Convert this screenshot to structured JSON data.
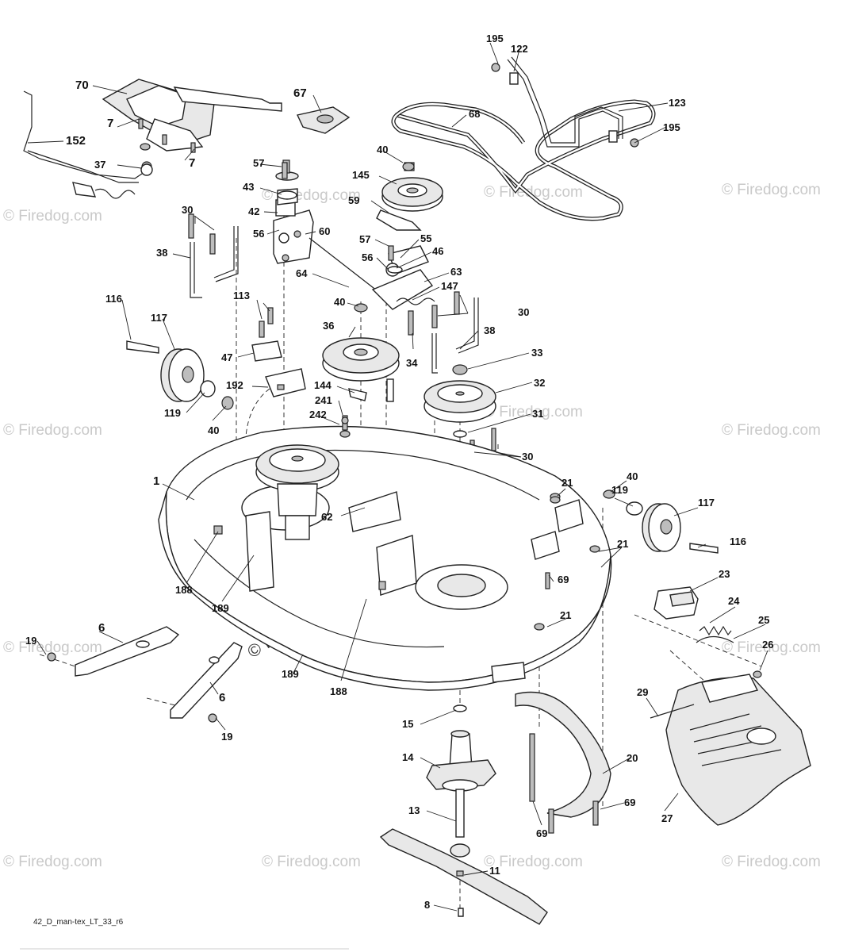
{
  "diagram": {
    "drawing_code": "42_D_man-tex_LT_33_r6",
    "watermark_text": "© Firedog.com",
    "callouts": [
      {
        "id": "c-195a",
        "text": "195"
      },
      {
        "id": "c-122",
        "text": "122"
      },
      {
        "id": "c-70",
        "text": "70"
      },
      {
        "id": "c-67",
        "text": "67"
      },
      {
        "id": "c-68",
        "text": "68"
      },
      {
        "id": "c-123",
        "text": "123"
      },
      {
        "id": "c-195b",
        "text": "195"
      },
      {
        "id": "c-7a",
        "text": "7"
      },
      {
        "id": "c-152",
        "text": "152"
      },
      {
        "id": "c-7b",
        "text": "7"
      },
      {
        "id": "c-37",
        "text": "37"
      },
      {
        "id": "c-57a",
        "text": "57"
      },
      {
        "id": "c-40a",
        "text": "40"
      },
      {
        "id": "c-145",
        "text": "145"
      },
      {
        "id": "c-43",
        "text": "43"
      },
      {
        "id": "c-42",
        "text": "42"
      },
      {
        "id": "c-59",
        "text": "59"
      },
      {
        "id": "c-30a",
        "text": "30"
      },
      {
        "id": "c-56a",
        "text": "56"
      },
      {
        "id": "c-60",
        "text": "60"
      },
      {
        "id": "c-38a",
        "text": "38"
      },
      {
        "id": "c-57b",
        "text": "57"
      },
      {
        "id": "c-55",
        "text": "55"
      },
      {
        "id": "c-46",
        "text": "46"
      },
      {
        "id": "c-56b",
        "text": "56"
      },
      {
        "id": "c-64",
        "text": "64"
      },
      {
        "id": "c-63",
        "text": "63"
      },
      {
        "id": "c-116a",
        "text": "116"
      },
      {
        "id": "c-113",
        "text": "113"
      },
      {
        "id": "c-147",
        "text": "147"
      },
      {
        "id": "c-40b",
        "text": "40"
      },
      {
        "id": "c-117a",
        "text": "117"
      },
      {
        "id": "c-30b",
        "text": "30"
      },
      {
        "id": "c-38b",
        "text": "38"
      },
      {
        "id": "c-36",
        "text": "36"
      },
      {
        "id": "c-47",
        "text": "47"
      },
      {
        "id": "c-34",
        "text": "34"
      },
      {
        "id": "c-33",
        "text": "33"
      },
      {
        "id": "c-192",
        "text": "192"
      },
      {
        "id": "c-144",
        "text": "144"
      },
      {
        "id": "c-32",
        "text": "32"
      },
      {
        "id": "c-119a",
        "text": "119"
      },
      {
        "id": "c-241",
        "text": "241"
      },
      {
        "id": "c-40c",
        "text": "40"
      },
      {
        "id": "c-242",
        "text": "242"
      },
      {
        "id": "c-31",
        "text": "31"
      },
      {
        "id": "c-30c",
        "text": "30"
      },
      {
        "id": "c-1",
        "text": "1"
      },
      {
        "id": "c-21a",
        "text": "21"
      },
      {
        "id": "c-40d",
        "text": "40"
      },
      {
        "id": "c-119b",
        "text": "119"
      },
      {
        "id": "c-117b",
        "text": "117"
      },
      {
        "id": "c-62",
        "text": "62"
      },
      {
        "id": "c-116b",
        "text": "116"
      },
      {
        "id": "c-21b",
        "text": "21"
      },
      {
        "id": "c-69a",
        "text": "69"
      },
      {
        "id": "c-23",
        "text": "23"
      },
      {
        "id": "c-188a",
        "text": "188"
      },
      {
        "id": "c-189a",
        "text": "189"
      },
      {
        "id": "c-24",
        "text": "24"
      },
      {
        "id": "c-25",
        "text": "25"
      },
      {
        "id": "c-21c",
        "text": "21"
      },
      {
        "id": "c-6a",
        "text": "6"
      },
      {
        "id": "c-19a",
        "text": "19"
      },
      {
        "id": "c-26",
        "text": "26"
      },
      {
        "id": "c-189b",
        "text": "189"
      },
      {
        "id": "c-188b",
        "text": "188"
      },
      {
        "id": "c-6b",
        "text": "6"
      },
      {
        "id": "c-29",
        "text": "29"
      },
      {
        "id": "c-15",
        "text": "15"
      },
      {
        "id": "c-19b",
        "text": "19"
      },
      {
        "id": "c-14",
        "text": "14"
      },
      {
        "id": "c-20",
        "text": "20"
      },
      {
        "id": "c-69b",
        "text": "69"
      },
      {
        "id": "c-27",
        "text": "27"
      },
      {
        "id": "c-13",
        "text": "13"
      },
      {
        "id": "c-69c",
        "text": "69"
      },
      {
        "id": "c-11",
        "text": "11"
      },
      {
        "id": "c-8",
        "text": "8"
      }
    ]
  }
}
